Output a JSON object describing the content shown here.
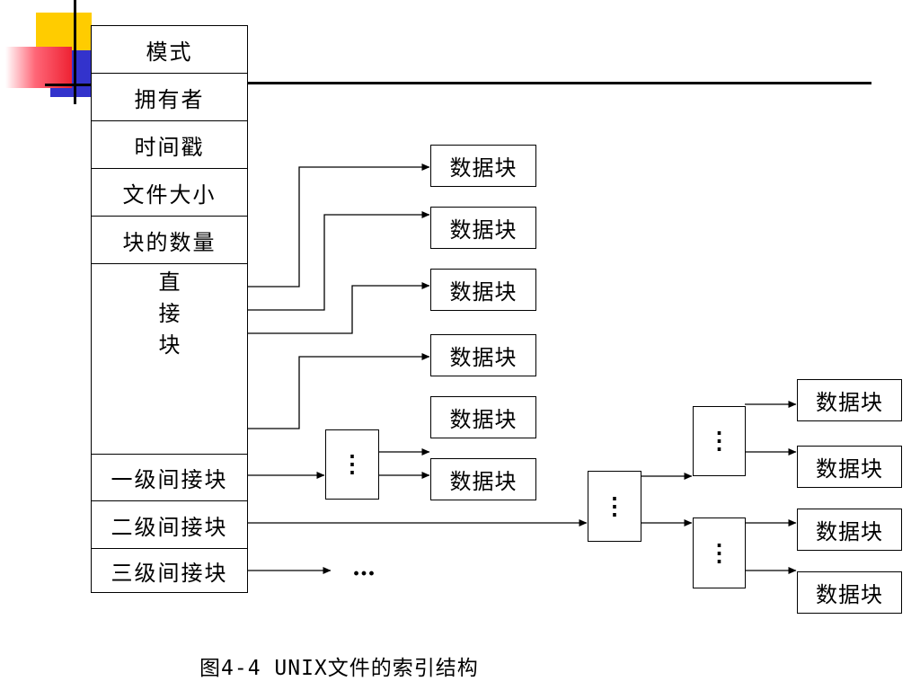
{
  "inode_fields": [
    "模式",
    "拥有者",
    "时间戳",
    "文件大小",
    "块的数量"
  ],
  "direct_label": [
    "直",
    "接",
    "块"
  ],
  "indirect_fields": [
    "一级间接块",
    "二级间接块",
    "三级间接块"
  ],
  "data_block_label": "数据块",
  "index_block_glyph": "⋮",
  "ellipsis": "…",
  "caption": "图4-4  UNIX文件的索引结构",
  "colors": {
    "line": "#000000",
    "deco_yellow": "#ffcc00",
    "deco_blue": "#3333cc",
    "deco_red": "#ee3344"
  }
}
